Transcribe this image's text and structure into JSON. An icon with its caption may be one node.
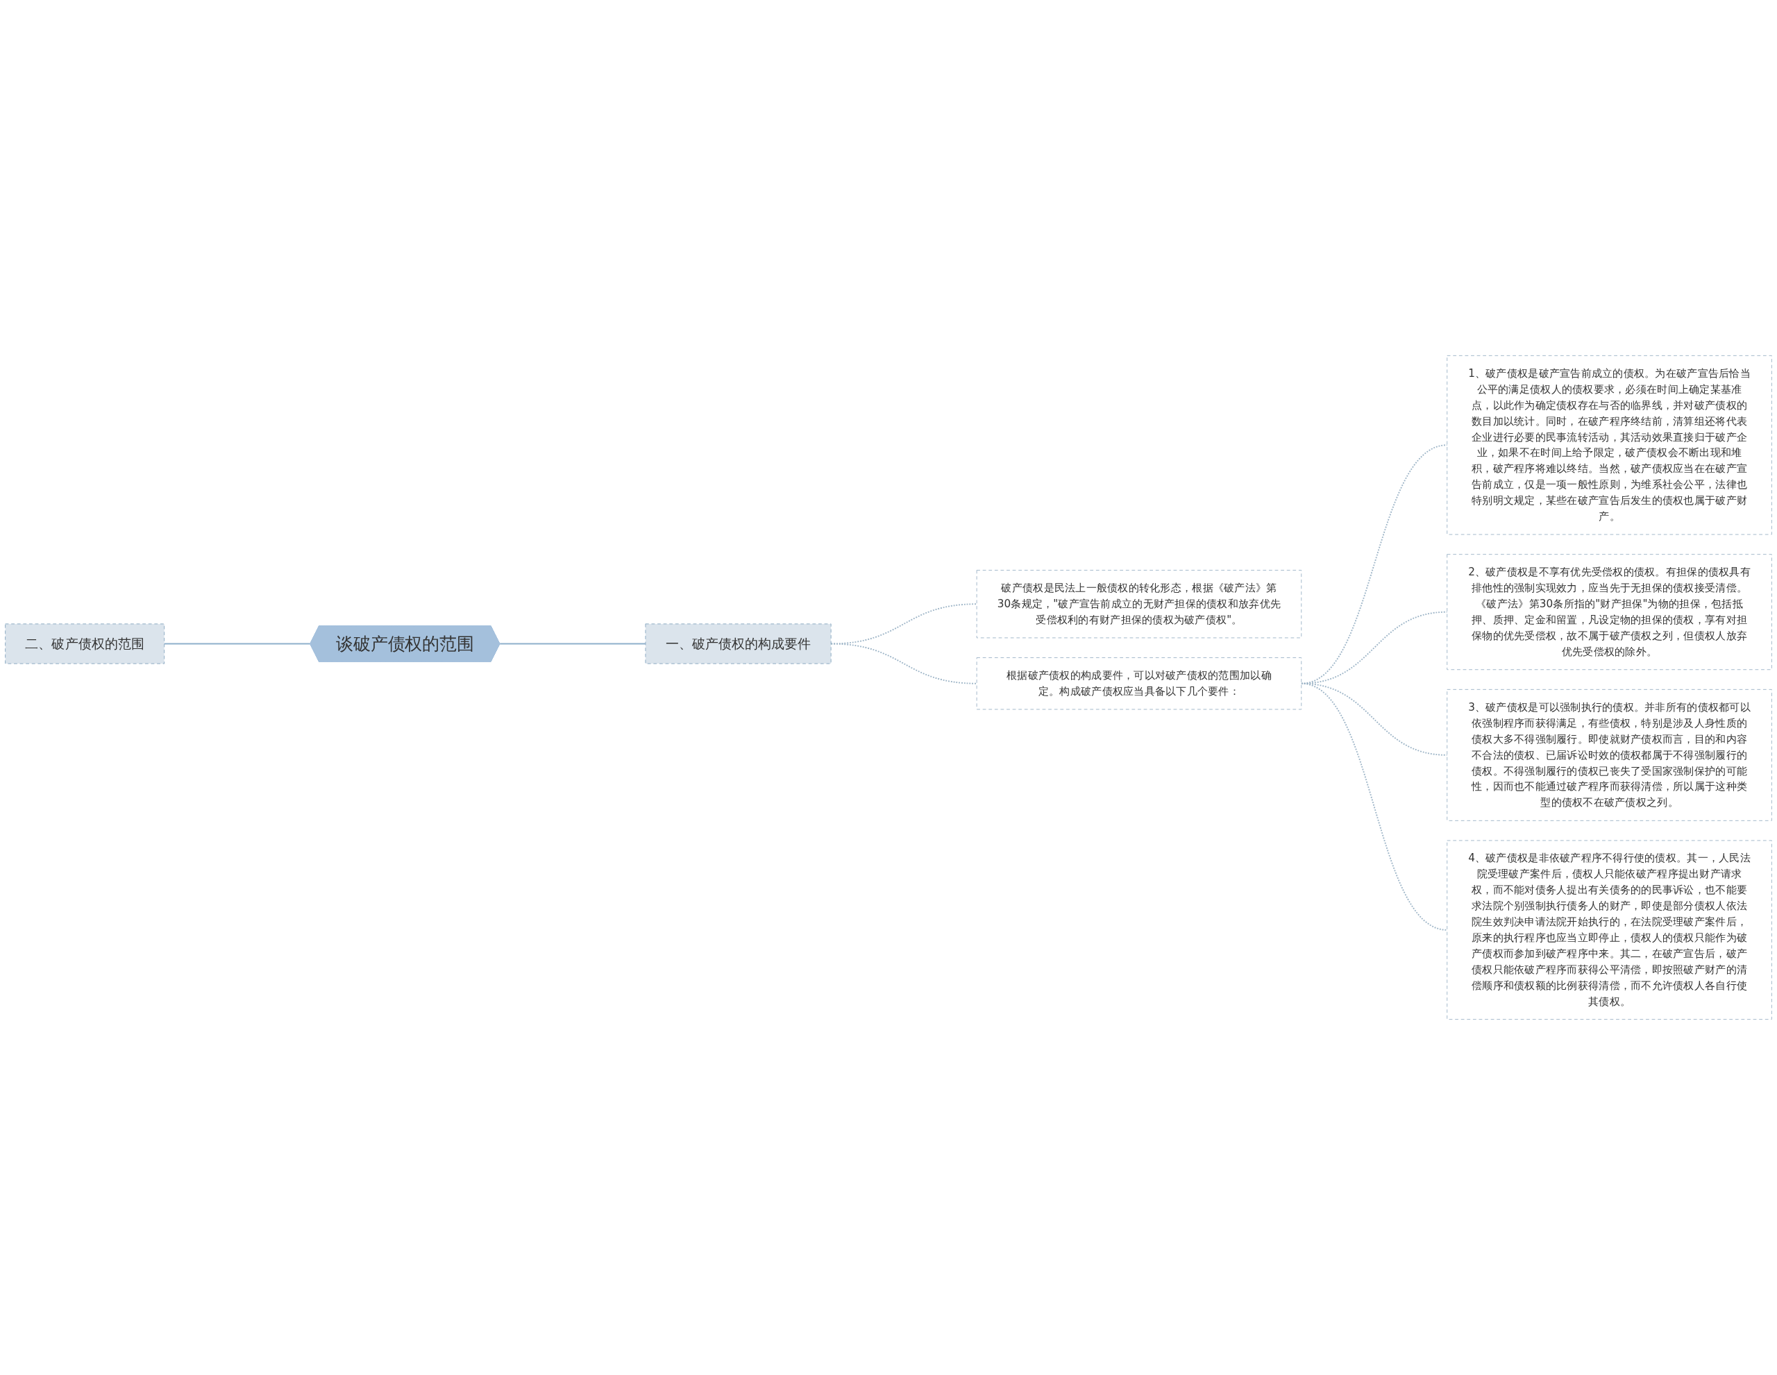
{
  "diagram": {
    "nodes": [
      {
        "text": [
          "谈破产债权的范围"
        ]
      },
      {
        "text": [
          "二、破产债权的范围"
        ]
      },
      {
        "text": [
          "一、破产债权的构成要件"
        ]
      },
      {
        "text": [
          "破产债权是民法上一般债权的转化形态，根据《破产法》第30条规定，\"破产宣告前成立的无财产担保的债权和放弃优先受偿权利的有财产担保的债权为破产债权\"。"
        ]
      },
      {
        "text": [
          "根据破产债权的构成要件，可以对破产债权的范围加以确定。构成破产债权应当具备以下几个要件："
        ]
      },
      {
        "text": [
          "1、破产债权是破产宣告前成立的债权。为在破产宣告后恰当公平的满足债权人的债权要求，必须在时间上确定某基准点，以此作为确定债权存在与否的临界线，并对破产债权的数目加以统计。同时，在破产程序终结前，清算组还将代表企业进行必要的民事流转活动，其活动效果直接归于破产企业，如果不在时间上给予限定，破产债权会不断出现和堆积，破产程序将难以终结。当然，破产债权应当在在破产宣告前成立，仅是一项一般性原则，为维系社会公平，法律也特别明文规定，某些在破产宣告后发生的债权也属于破产财产。"
        ]
      },
      {
        "text": [
          "2、破产债权是不享有优先受偿权的债权。有担保的债权具有排他性的强制实现效力，应当先于无担保的债权接受清偿。《破产法》第30条所指的\"财产担保\"为物的担保，包括抵押、质押、定金和留置，凡设定物的担保的债权，享有对担保物的优先受偿权，故不属于破产债权之列，但债权人放弃优先受偿权的除外。"
        ]
      },
      {
        "text": [
          "3、破产债权是可以强制执行的债权。并非所有的债权都可以依强制程序而获得满足，有些债权，特别是涉及人身性质的债权大多不得强制履行。即使就财产债权而言，目的和内容不合法的债权、已届诉讼时效的债权都属于不得强制履行的债权。不得强制履行的债权已丧失了受国家强制保护的可能性，因而也不能通过破产程序而获得清偿，所以属于这种类型的债权不在破产债权之列。"
        ]
      },
      {
        "text": [
          "4、破产债权是非依破产程序不得行使的债权。其一，人民法院受理破产案件后，债权人只能依破产程序提出财产请求权，而不能对债务人提出有关债务的的民事诉讼，也不能要求法院个别强制执行债务人的财产，即使是部分债权人依法院生效判决申请法院开始执行的，在法院受理破产案件后，原来的执行程序也应当立即停止，债权人的债权只能作为破产债权而参加到破产程序中来。其二，在破产宣告后，破产债权只能依破产程序而获得公平清偿，即按照破产财产的清偿顺序和债权额的比例获得清偿，而不允许债权人各自行使其债权。"
        ]
      }
    ],
    "edges": [
      {
        "from": 1,
        "to": 0,
        "arrow": "none"
      },
      {
        "from": 0,
        "to": 2,
        "arrow": "none"
      },
      {
        "from": 2,
        "to": 3,
        "arrow": "none",
        "style": "dashed"
      },
      {
        "from": 2,
        "to": 4,
        "arrow": "none",
        "style": "dashed"
      },
      {
        "from": 4,
        "to": 5,
        "arrow": "none",
        "style": "dashed"
      },
      {
        "from": 4,
        "to": 6,
        "arrow": "none",
        "style": "dashed"
      },
      {
        "from": 4,
        "to": 7,
        "arrow": "none",
        "style": "dashed"
      },
      {
        "from": 4,
        "to": 8,
        "arrow": "none",
        "style": "dashed"
      }
    ]
  }
}
